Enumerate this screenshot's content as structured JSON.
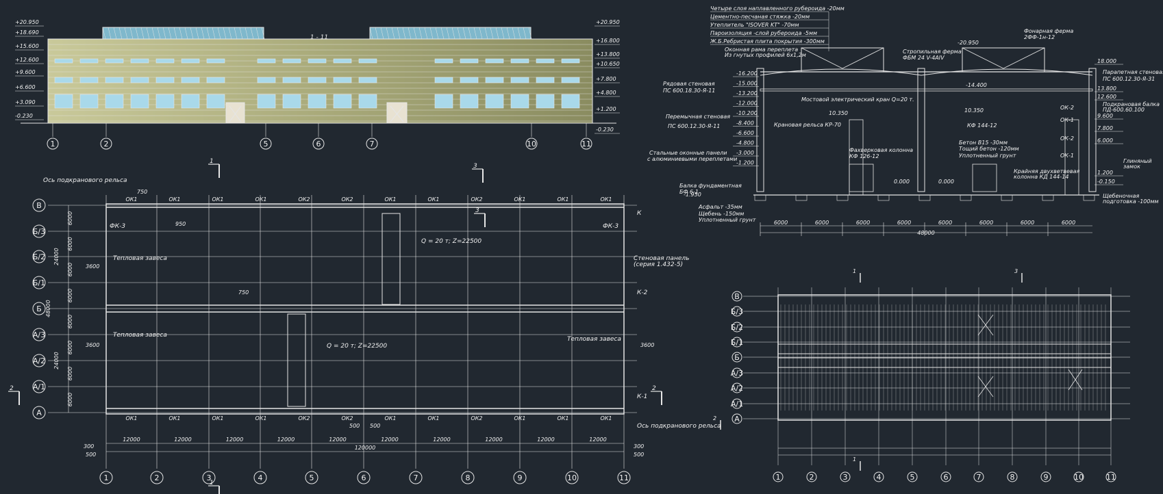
{
  "facade": {
    "title": "1 - 11",
    "left_marks": [
      "+20.950",
      "+18.690",
      "+15.600",
      "+12.600",
      "+9.600",
      "+6.600",
      "+3.090",
      "-0.230"
    ],
    "right_marks": [
      "+20.950",
      "+16.800",
      "+13.800",
      "+10.650",
      "+7.800",
      "+4.800",
      "+1.200",
      "-0.230"
    ],
    "axes": [
      "1",
      "2",
      "5",
      "6",
      "7",
      "10",
      "11"
    ]
  },
  "section": {
    "layers": [
      "Четыре слоя наплавленного рубероида  -20мм",
      "Цементно-песчаная стяжка            -20мм",
      "Утеплитель \"ISOVER KT\"               -70мм",
      "Пароизоляция -слой рубероида          -5мм",
      "Ж.Б.Ребристая плита покрытия        -300мм"
    ],
    "callouts": [
      "Оконная рама переплета",
      "Из гнутых профилей 6х1,2м",
      "Стропильная ферма",
      "ФБМ 24 V-4AIV",
      "Фонарная ферма",
      "2ФФ-1н-12",
      "Рядовая стеновая",
      "ПС 600.18.30-Я-11",
      "Перемычная стеновая",
      "ПС 600.12.30-Я-11",
      "Стальные оконные панели",
      "с алюминиевыми переплетами",
      "Балка фундаментная",
      "БФ 6-1",
      "Асфальт -35мм",
      "Щебень -150мм",
      "Уплотненный грунт",
      "Мостовой электрический кран Q=20 т.",
      "Крановая рельса КР-70",
      "Фахверковая колонна",
      "КФ 126-12",
      "КФ 144-12",
      "Бетон В15       -30мм",
      "Тощий бетон    -120мм",
      "Уплотненный грунт",
      "Парапетная стеновая",
      "ПС 600.12.30-Я-31",
      "Подкрановая балка",
      "ПД-600.60.100",
      "Крайняя двухветвевая",
      "колонна КД 144-14",
      "Глиняный",
      "замок",
      "Щебеночная",
      "подготовка -100мм"
    ],
    "elev_left": [
      "-16.200",
      "-15.000",
      "-13.200",
      "-12.000",
      "-10.200",
      "-8.400",
      "-6.600",
      "-4.800",
      "-3.000",
      "-1.200"
    ],
    "elev_right": [
      "18.000",
      "13.800",
      "12.600",
      "9.600",
      "7.800",
      "6.000",
      "1.200",
      "-0.150"
    ],
    "dims": [
      "6000",
      "6000",
      "6000",
      "6000",
      "6000",
      "6000",
      "6000",
      "6000"
    ],
    "total": "48000",
    "small": [
      "-20.950",
      "-14.400",
      "10.350",
      "10.350",
      "0.000",
      "0.000",
      "-1.950",
      "ОК-2",
      "ОК-1",
      "ОК-2",
      "ОК-1"
    ]
  },
  "plan": {
    "rows": [
      "В",
      "Б/3",
      "Б/2",
      "Б/1",
      "Б",
      "А/3",
      "А/2",
      "А/1",
      "А"
    ],
    "cols": [
      "1",
      "2",
      "3",
      "4",
      "5",
      "6",
      "7",
      "8",
      "9",
      "10",
      "11"
    ],
    "spans": [
      "12000",
      "12000",
      "12000",
      "12000",
      "12000",
      "12000",
      "12000",
      "12000",
      "12000",
      "12000"
    ],
    "total": "120000",
    "row_dims": [
      "6000",
      "6000",
      "6000",
      "6000",
      "6000",
      "6000",
      "6000",
      "6000"
    ],
    "side_dims": [
      "24000",
      "24000",
      "48000"
    ],
    "windows_top": [
      "ОК1",
      "ОК1",
      "ОК1",
      "ОК1",
      "ОК2",
      "ОК2",
      "ОК1",
      "ОК1",
      "ОК2",
      "ОК1",
      "ОК1",
      "ОК1"
    ],
    "labels": [
      "Ось подкранового рельса",
      "ФК-3",
      "ФК-3",
      "К",
      "Q = 20 т; Z=22500",
      "Q = 20 т; Z=22500",
      "Тепловая завеса",
      "Тепловая завеса",
      "Тепловая завеса",
      "Стеновая панель",
      "(серия 1.432-5)",
      "К-2",
      "К-1",
      "Ось подкранового рельса"
    ],
    "small": [
      "750",
      "950",
      "3600",
      "3600",
      "3600",
      "500",
      "500",
      "300",
      "500",
      "300",
      "500",
      "750"
    ],
    "cut_marks": [
      "1",
      "3",
      "3",
      "2",
      "2",
      "1"
    ]
  },
  "roof": {
    "rows": [
      "В",
      "Б/3",
      "Б/2",
      "Б/1",
      "Б",
      "А/3",
      "А/2",
      "А/1",
      "А"
    ],
    "cols": [
      "1",
      "2",
      "3",
      "4",
      "5",
      "6",
      "7",
      "8",
      "9",
      "10",
      "11"
    ],
    "cut_marks": [
      "1",
      "3",
      "1",
      "2"
    ]
  }
}
